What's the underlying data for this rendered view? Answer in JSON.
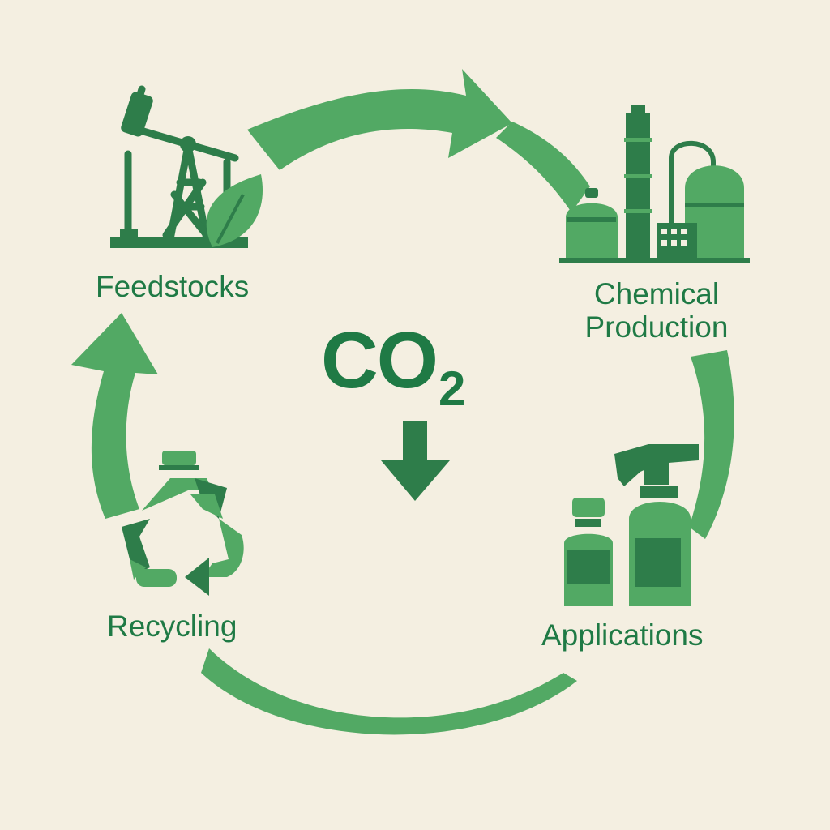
{
  "center": {
    "formula": "CO",
    "subscript": "2",
    "arrow_icon": "arrow-down-icon"
  },
  "stages": [
    {
      "label": "Feedstocks",
      "icon": "oil-pump-leaf-icon"
    },
    {
      "label": "Chemical\nProduction",
      "icon": "chemical-plant-icon"
    },
    {
      "label": "Applications",
      "icon": "bottles-icon"
    },
    {
      "label": "Recycling",
      "icon": "recycle-icon"
    }
  ],
  "colors": {
    "background": "#f4efe1",
    "arrow": "#52a964",
    "icon_dark": "#2e7d4a",
    "text": "#1f7a45"
  }
}
